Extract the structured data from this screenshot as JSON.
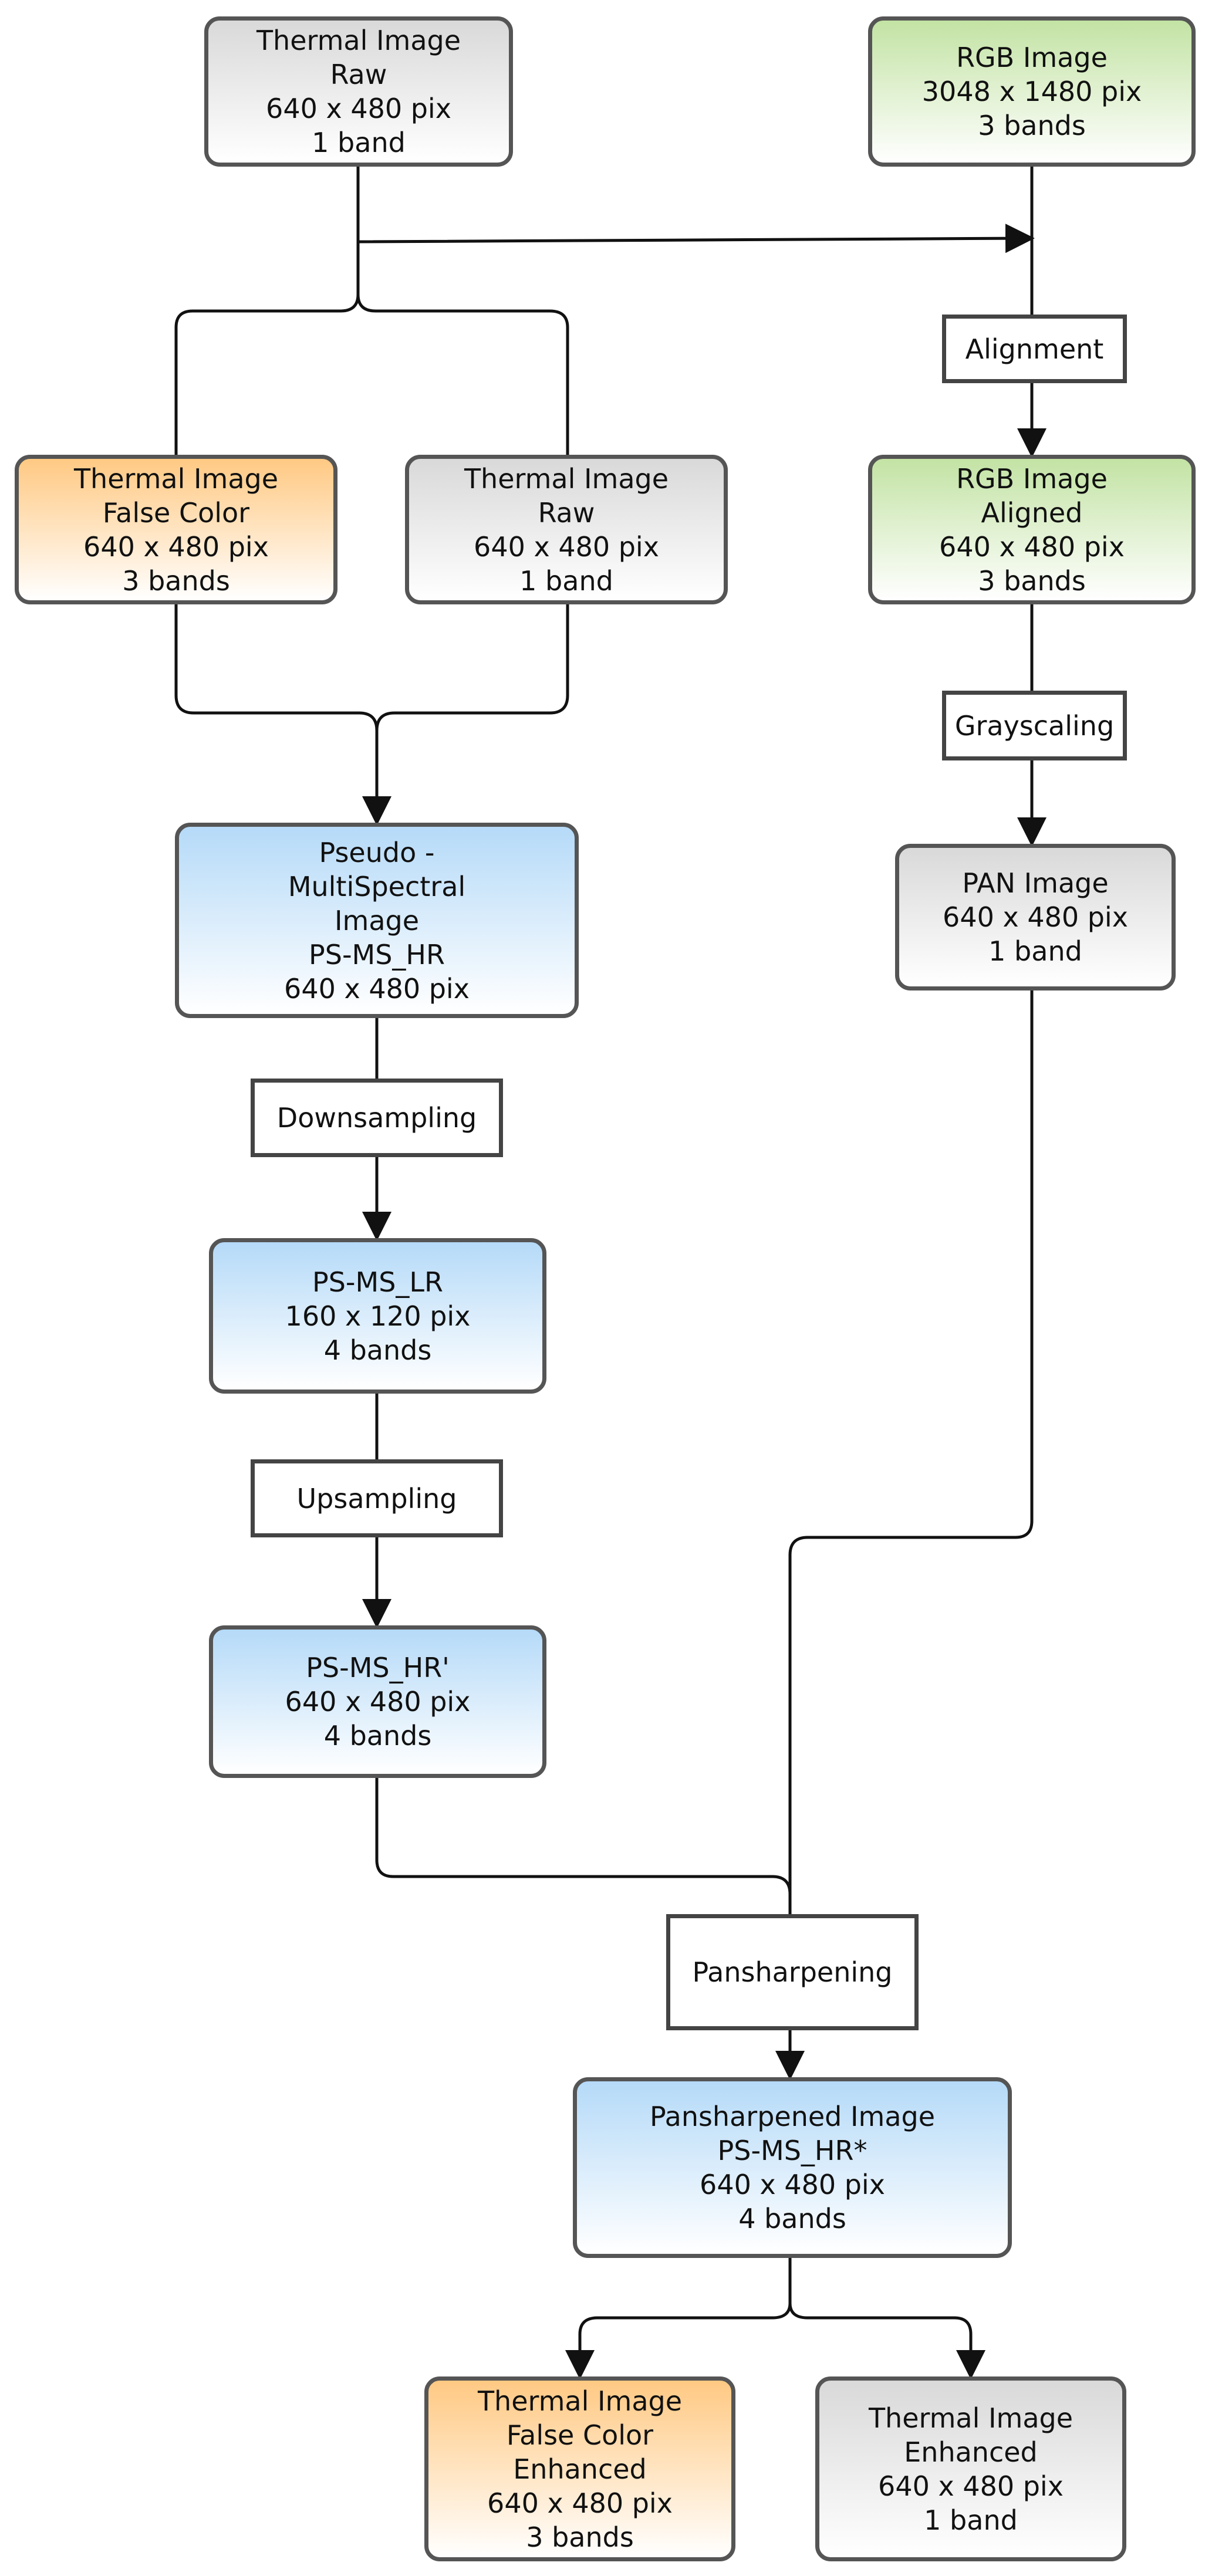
{
  "nodes": {
    "thermal_raw_top": {
      "lines": [
        "Thermal Image",
        "Raw",
        "640 x 480 pix",
        "1 band"
      ],
      "style": "gray"
    },
    "rgb_image": {
      "lines": [
        "RGB Image",
        "3048 x 1480 pix",
        "3 bands"
      ],
      "style": "green"
    },
    "thermal_false_color": {
      "lines": [
        "Thermal Image",
        "False Color",
        "640 x 480 pix",
        "3 bands"
      ],
      "style": "orange"
    },
    "thermal_raw_mid": {
      "lines": [
        "Thermal Image",
        "Raw",
        "640 x 480 pix",
        "1 band"
      ],
      "style": "gray"
    },
    "rgb_aligned": {
      "lines": [
        "RGB Image",
        "Aligned",
        "640 x 480 pix",
        "3 bands"
      ],
      "style": "green"
    },
    "pseudo_ms": {
      "lines": [
        "Pseudo -",
        "MultiSpectral",
        "Image",
        "PS-MS_HR",
        "640 x 480 pix"
      ],
      "style": "blue"
    },
    "pan_image": {
      "lines": [
        "PAN Image",
        "640 x 480 pix",
        "1 band"
      ],
      "style": "gray"
    },
    "ps_ms_lr": {
      "lines": [
        "PS-MS_LR",
        "160 x 120 pix",
        "4 bands"
      ],
      "style": "blue"
    },
    "ps_ms_hr_prime": {
      "lines": [
        "PS-MS_HR'",
        "640 x 480 pix",
        "4 bands"
      ],
      "style": "blue"
    },
    "pansharpened": {
      "lines": [
        "Pansharpened Image",
        "PS-MS_HR*",
        "640 x 480 pix",
        "4 bands"
      ],
      "style": "blue"
    },
    "false_color_enhanced": {
      "lines": [
        "Thermal Image",
        "False Color",
        "Enhanced",
        "640 x 480 pix",
        "3 bands"
      ],
      "style": "orange"
    },
    "thermal_enhanced": {
      "lines": [
        "Thermal Image",
        "Enhanced",
        "640 x 480 pix",
        "1 band"
      ],
      "style": "gray"
    }
  },
  "operations": {
    "alignment": "Alignment",
    "grayscaling": "Grayscaling",
    "downsampling": "Downsampling",
    "upsampling": "Upsampling",
    "pansharpening": "Pansharpening"
  },
  "colors": {
    "edge": "#111111",
    "border": "#555555",
    "gray_top": "#d9d9d9",
    "green_top": "#c3e3a4",
    "orange_top": "#ffc983",
    "blue_top": "#b5daf8"
  }
}
